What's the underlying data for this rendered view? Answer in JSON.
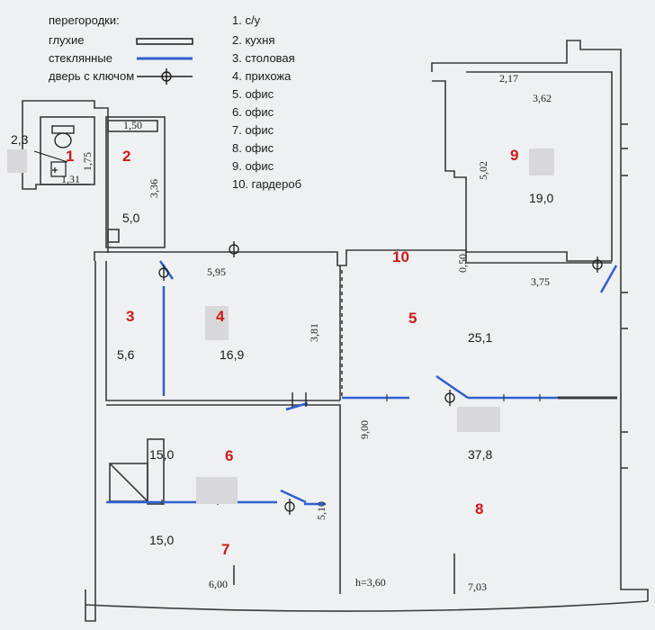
{
  "legend": {
    "title": "перегородки:",
    "solid": "глухие",
    "glass": "стеклянные",
    "door_with_key": "дверь с ключом"
  },
  "rooms_list": [
    "1. с/у",
    "2. кухня",
    "3. столовая",
    "4. прихожа",
    "5. офис",
    "6. офис",
    "7. офис",
    "8. офис",
    "9. офис",
    "10. гардероб"
  ],
  "room_numbers": {
    "r1": "1",
    "r2": "2",
    "r3": "3",
    "r4": "4",
    "r5": "5",
    "r6": "6",
    "r7": "7",
    "r8": "8",
    "r9": "9",
    "r10": "10"
  },
  "areas": {
    "r1": "2,3",
    "r2": "5,0",
    "r3": "5,6",
    "r4": "16,9",
    "r5": "25,1",
    "r6": "15,0",
    "r7": "15,0",
    "r8": "37,8",
    "r9": "19,0"
  },
  "dimensions": {
    "d_1_75": "1,75",
    "d_1_31": "1,31",
    "d_1_50": "1,50",
    "d_3_36": "3,36",
    "d_2_17": "2,17",
    "d_3_62": "3,62",
    "d_5_02": "5,02",
    "d_0_50": "0,50",
    "d_3_75": "3,75",
    "d_5_95": "5,95",
    "d_3_81": "3,81",
    "d_9_00": "9,00",
    "d_5_10": "5,10",
    "d_6_00": "6,00",
    "d_7_03": "7,03",
    "d_h": "h=3,60"
  },
  "colors": {
    "background": "#eef0f2",
    "wall": "#3a3a3a",
    "glass_partition": "#2f5fd0",
    "room_number": "#d01818"
  }
}
